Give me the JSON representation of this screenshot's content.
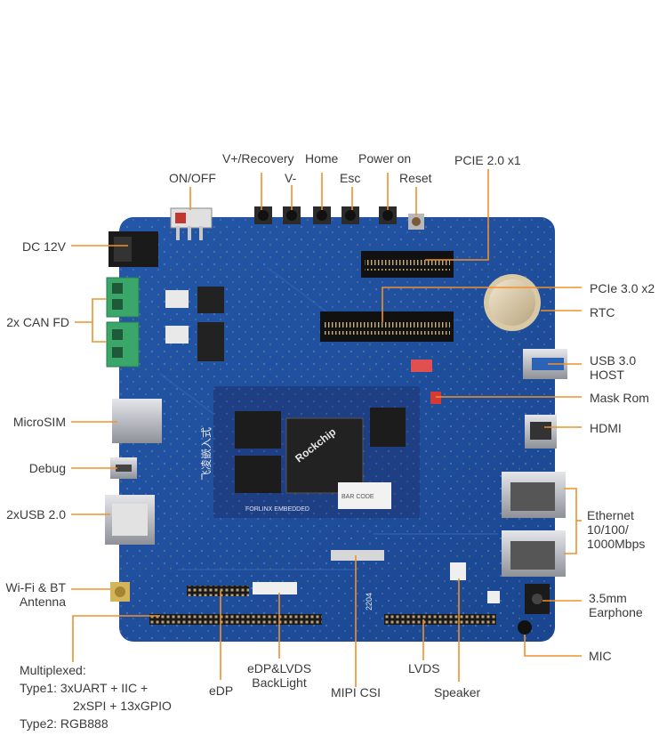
{
  "diagram": {
    "labels": {
      "on_off": "ON/OFF",
      "v_plus_recovery": "V+/Recovery",
      "v_minus": "V-",
      "home": "Home",
      "esc": "Esc",
      "power_on": "Power on",
      "reset": "Reset",
      "pcie20": "PCIE 2.0 x1",
      "pcie30": "PCIe 3.0 x2",
      "rtc": "RTC",
      "usb30_l1": "USB 3.0",
      "usb30_l2": "HOST",
      "mask_rom": "Mask Rom",
      "hdmi": "HDMI",
      "ethernet_l1": "Ethernet",
      "ethernet_l2": "10/100/",
      "ethernet_l3": "1000Mbps",
      "earphone_l1": "3.5mm",
      "earphone_l2": "Earphone",
      "mic": "MIC",
      "dc12v": "DC 12V",
      "can_fd": "2x CAN FD",
      "microsim": "MicroSIM",
      "debug": "Debug",
      "usb20": "2xUSB 2.0",
      "wifi_l1": "Wi-Fi & BT",
      "wifi_l2": "Antenna",
      "multiplexed": "Multiplexed:",
      "type1_a": "Type1:  3xUART + IIC +",
      "type1_b": "2xSPI + 13xGPIO",
      "type2": "Type2:  RGB888",
      "edp": "eDP",
      "edp_lvds_l1": "eDP&LVDS",
      "edp_lvds_l2": "BackLight",
      "mipi_csi": "MIPI CSI",
      "lvds": "LVDS",
      "speaker": "Speaker"
    },
    "board_silk": {
      "soc_brand": "Rockchip",
      "forlinx": "飞凌嵌入式",
      "forlinx_en": "FORLINX EMBEDDED",
      "bar_code": "BAR CODE",
      "date_mark": "2204"
    },
    "colors": {
      "board": "#1f4f9e",
      "board_dark": "#173f84",
      "leader": "#f0912a",
      "text": "#3a3a3a",
      "terminal_green": "#3aa66a"
    }
  }
}
